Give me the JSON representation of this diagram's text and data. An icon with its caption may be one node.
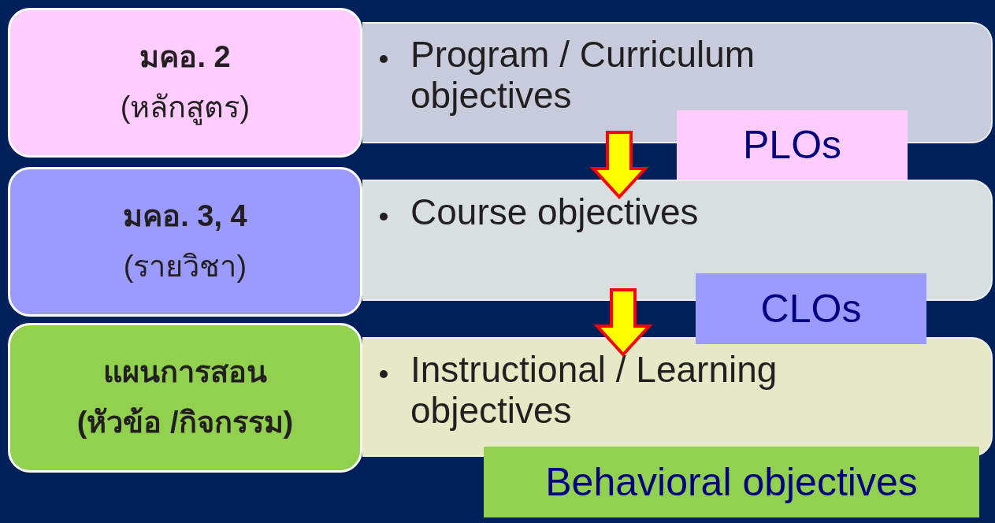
{
  "diagram": {
    "nodes": [
      {
        "text": [
          "มคอ. 2",
          "(หลักสูตร)"
        ]
      },
      {
        "text": [
          "Program / Curriculum objectives"
        ]
      },
      {
        "text": [
          "PLOs"
        ]
      },
      {
        "text": [
          "มคอ. 3, 4",
          "(รายวิชา)"
        ]
      },
      {
        "text": [
          "Course objectives"
        ]
      },
      {
        "text": [
          "CLOs"
        ]
      },
      {
        "text": [
          "แผนการสอน",
          "(หัวข้อ /กิจกรรม)"
        ]
      },
      {
        "text": [
          "Instructional / Learning objectives"
        ]
      },
      {
        "text": [
          "Behavioral objectives"
        ]
      }
    ],
    "edges": [
      {
        "from": 1,
        "to": 4,
        "arrow": "to"
      },
      {
        "from": 4,
        "to": 7,
        "arrow": "to"
      }
    ]
  }
}
